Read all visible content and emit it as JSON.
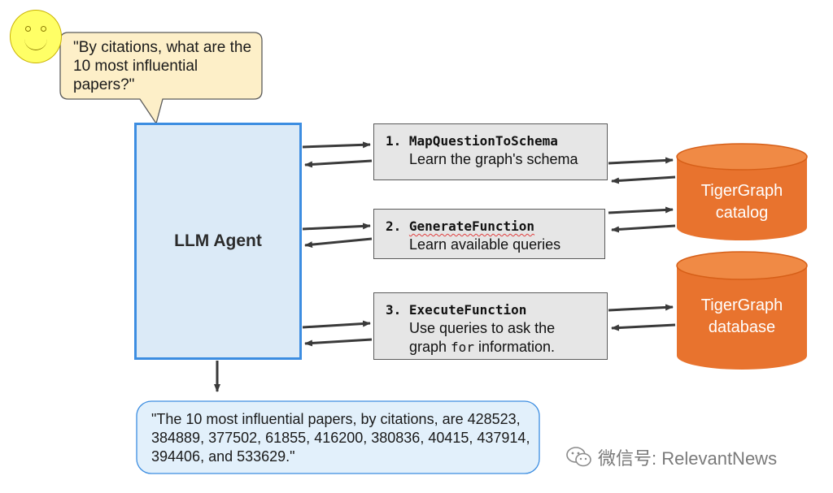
{
  "user": {
    "avatar_icon": "smiley-face-icon",
    "question": "\"By citations, what are the 10 most influential papers?\""
  },
  "agent": {
    "label": "LLM Agent"
  },
  "steps": [
    {
      "number": "1.",
      "function": "MapQuestionToSchema",
      "description": "Learn the graph's schema"
    },
    {
      "number": "2.",
      "function": "GenerateFunction",
      "description": "Learn available queries"
    },
    {
      "number": "3.",
      "function": "ExecuteFunction",
      "description_lines": [
        "Use queries to ask the",
        "graph ",
        "for",
        " information."
      ]
    }
  ],
  "databases": [
    {
      "label_lines": [
        "TigerGraph",
        "catalog"
      ]
    },
    {
      "label_lines": [
        "TigerGraph",
        "database"
      ]
    }
  ],
  "answer": {
    "text": "\"The 10 most influential papers, by citations, are 428523, 384889, 377502, 61855, 416200, 380836, 40415, 437914, 394406, and 533629.\""
  },
  "watermark": {
    "icon": "wechat-icon",
    "text": "微信号: RelevantNews"
  },
  "colors": {
    "agent_fill": "#dbeaf7",
    "agent_border": "#3c8de1",
    "bubble_fill": "#fdefc8",
    "answer_fill": "#e2f0fb",
    "database_fill": "#e8732e",
    "step_fill": "#e6e6e6",
    "arrow": "#3a3a3a"
  }
}
